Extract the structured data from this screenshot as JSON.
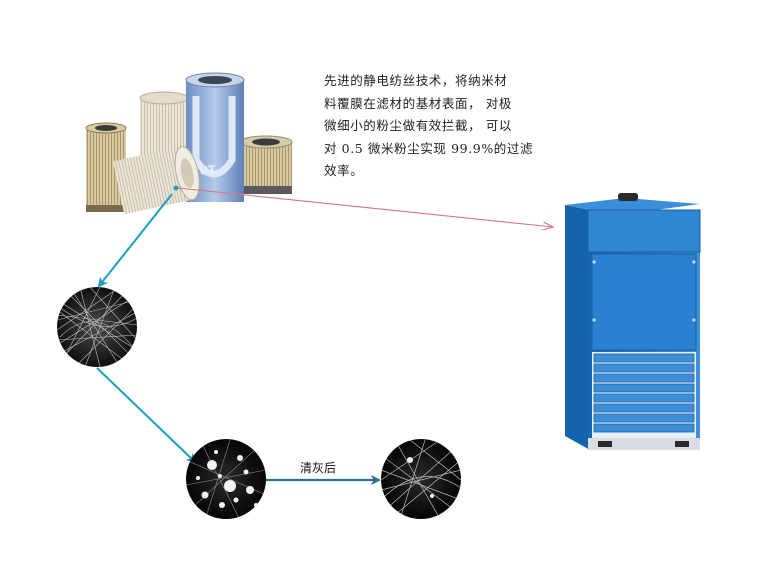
{
  "description": {
    "lines": [
      "先进的静电纺丝技术，将纳米材",
      "料覆膜在滤材的基材表面， 对极",
      "微细小的粉尘做有效拦截， 可以",
      "对 0.5 微米粉尘实现 99.9%的过滤",
      "效率。"
    ]
  },
  "labels": {
    "after_cleaning": "清灰后"
  },
  "images": {
    "filter_cartridges": "filter-cartridges-photo",
    "nanofiber_clean": "nanofiber-micrograph",
    "nanofiber_dust": "dust-loaded-fiber-micrograph",
    "nanofiber_after": "after-cleaning-fiber-micrograph",
    "dust_collector": "dust-collector-cabinet"
  },
  "colors": {
    "flow_arrow": "#1a9fbf",
    "pointer_line": "#d9757a",
    "dark_arrow": "#2f6f9a",
    "cabinet_blue": "#1e7fd0"
  }
}
